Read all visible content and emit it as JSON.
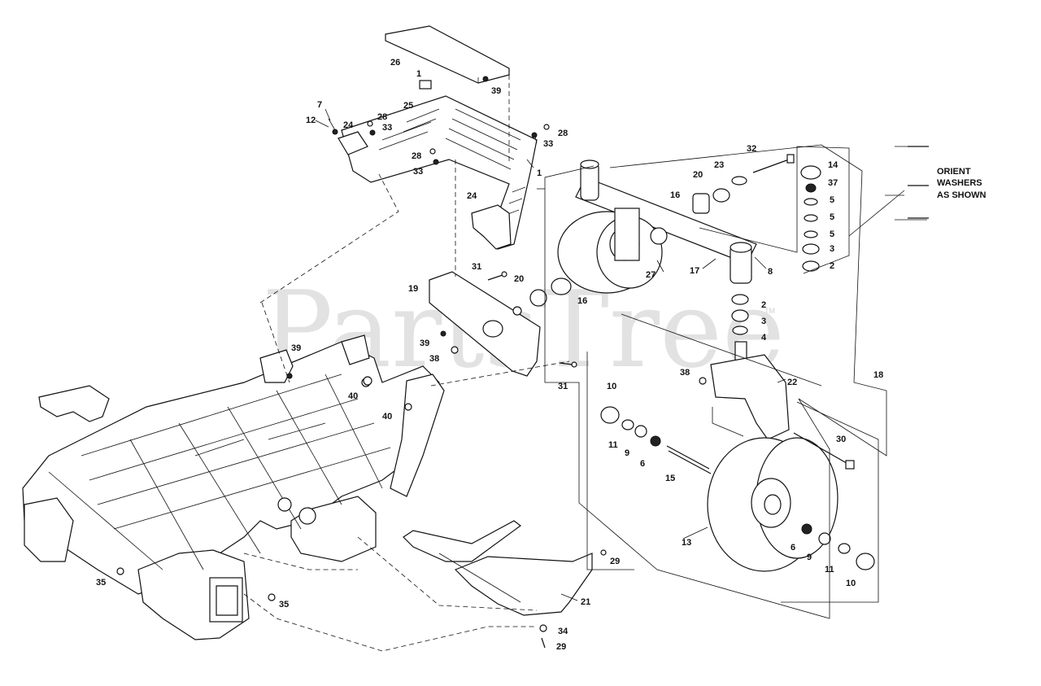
{
  "watermark": {
    "text": "PartsTree",
    "tm": "TM"
  },
  "note": {
    "line1": "ORIENT",
    "line2": "WASHERS",
    "line3": "AS SHOWN"
  },
  "labels": [
    {
      "id": "l26",
      "text": "26"
    },
    {
      "id": "l1a",
      "text": "1"
    },
    {
      "id": "l39a",
      "text": "39"
    },
    {
      "id": "l7",
      "text": "7"
    },
    {
      "id": "l12",
      "text": "12"
    },
    {
      "id": "l24a",
      "text": "24"
    },
    {
      "id": "l28a",
      "text": "28"
    },
    {
      "id": "l33a",
      "text": "33"
    },
    {
      "id": "l25",
      "text": "25"
    },
    {
      "id": "l28b",
      "text": "28"
    },
    {
      "id": "l33b",
      "text": "33"
    },
    {
      "id": "l28c",
      "text": "28"
    },
    {
      "id": "l33c",
      "text": "33"
    },
    {
      "id": "l1b",
      "text": "1"
    },
    {
      "id": "l24b",
      "text": "24"
    },
    {
      "id": "l32",
      "text": "32"
    },
    {
      "id": "l23",
      "text": "23"
    },
    {
      "id": "l20a",
      "text": "20"
    },
    {
      "id": "l16a",
      "text": "16"
    },
    {
      "id": "l14",
      "text": "14"
    },
    {
      "id": "l37",
      "text": "37"
    },
    {
      "id": "l5a",
      "text": "5"
    },
    {
      "id": "l5b",
      "text": "5"
    },
    {
      "id": "l5c",
      "text": "5"
    },
    {
      "id": "l3a",
      "text": "3"
    },
    {
      "id": "l2a",
      "text": "2"
    },
    {
      "id": "l27",
      "text": "27"
    },
    {
      "id": "l17",
      "text": "17"
    },
    {
      "id": "l8",
      "text": "8"
    },
    {
      "id": "l31a",
      "text": "31"
    },
    {
      "id": "l19",
      "text": "19"
    },
    {
      "id": "l20b",
      "text": "20"
    },
    {
      "id": "l16b",
      "text": "16"
    },
    {
      "id": "l2b",
      "text": "2"
    },
    {
      "id": "l3b",
      "text": "3"
    },
    {
      "id": "l4",
      "text": "4"
    },
    {
      "id": "l39b",
      "text": "39"
    },
    {
      "id": "l38a",
      "text": "38"
    },
    {
      "id": "l31b",
      "text": "31"
    },
    {
      "id": "l39c",
      "text": "39"
    },
    {
      "id": "l40a",
      "text": "40"
    },
    {
      "id": "l40b",
      "text": "40"
    },
    {
      "id": "l38b",
      "text": "38"
    },
    {
      "id": "l22",
      "text": "22"
    },
    {
      "id": "l18",
      "text": "18"
    },
    {
      "id": "l10a",
      "text": "10"
    },
    {
      "id": "l11a",
      "text": "11"
    },
    {
      "id": "l9a",
      "text": "9"
    },
    {
      "id": "l6a",
      "text": "6"
    },
    {
      "id": "l15",
      "text": "15"
    },
    {
      "id": "l30",
      "text": "30"
    },
    {
      "id": "l13",
      "text": "13"
    },
    {
      "id": "l6b",
      "text": "6"
    },
    {
      "id": "l9b",
      "text": "9"
    },
    {
      "id": "l11b",
      "text": "11"
    },
    {
      "id": "l10b",
      "text": "10"
    },
    {
      "id": "l29a",
      "text": "29"
    },
    {
      "id": "l21",
      "text": "21"
    },
    {
      "id": "l34",
      "text": "34"
    },
    {
      "id": "l29b",
      "text": "29"
    },
    {
      "id": "l35a",
      "text": "35"
    },
    {
      "id": "l35b",
      "text": "35"
    }
  ]
}
